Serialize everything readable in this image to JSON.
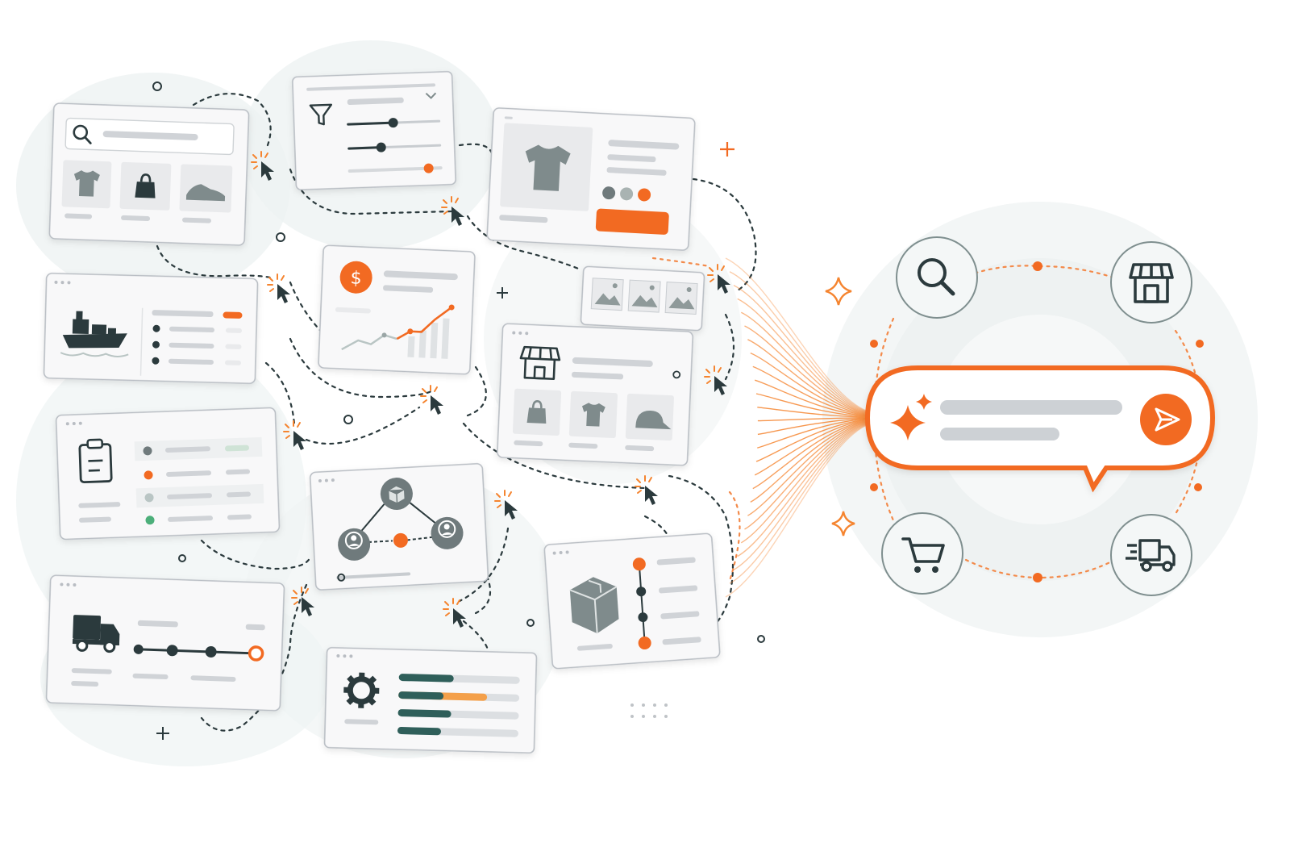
{
  "palette": {
    "accent": "#f26a22",
    "ink": "#2b3a3d",
    "card_border": "#b9bec4",
    "placeholder": "#d0d3d7",
    "teal_bar": "#2f5f5a",
    "green_dot": "#4caf7a"
  },
  "cards": [
    {
      "id": "product-search",
      "icons": [
        "search-icon",
        "tshirt-icon",
        "bag-icon",
        "sneaker-icon"
      ]
    },
    {
      "id": "filter-panel",
      "icons": [
        "filter-icon",
        "chevron-down-icon"
      ]
    },
    {
      "id": "product-detail",
      "icons": [
        "tshirt-icon"
      ],
      "swatch_colors": [
        "#6f7a7c",
        "#a9b3b2",
        "#f26a22"
      ]
    },
    {
      "id": "shipping-list",
      "icons": [
        "ship-icon"
      ]
    },
    {
      "id": "sales-chart",
      "icons": [
        "dollar-icon"
      ]
    },
    {
      "id": "image-gallery",
      "icons": [
        "image-icon",
        "image-icon",
        "image-icon"
      ]
    },
    {
      "id": "storefront",
      "icons": [
        "store-icon",
        "bag-icon",
        "tshirt-icon",
        "cap-icon"
      ]
    },
    {
      "id": "order-checklist",
      "icons": [
        "clipboard-icon"
      ]
    },
    {
      "id": "network-graph",
      "icons": [
        "box-icon",
        "user-icon",
        "user-icon"
      ]
    },
    {
      "id": "package-timeline",
      "icons": [
        "package-icon"
      ]
    },
    {
      "id": "delivery-tracker",
      "icons": [
        "truck-icon"
      ]
    },
    {
      "id": "settings-progress",
      "icons": [
        "gear-icon"
      ]
    }
  ],
  "assistant": {
    "prompt_icon": "sparkle-icon",
    "send_icon": "send-icon",
    "orbit_icons": [
      "search-icon",
      "store-icon",
      "cart-icon",
      "delivery-truck-icon"
    ]
  }
}
